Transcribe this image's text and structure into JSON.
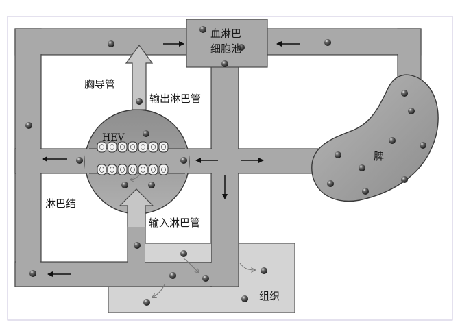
{
  "labels": {
    "blood_lymph_pool_line1": "血淋巴",
    "blood_lymph_pool_line2": "细胞池",
    "thoracic_duct": "胸导管",
    "efferent_lymphatic": "输出淋巴管",
    "hev": "HEV",
    "lymph_node": "淋巴结",
    "afferent_lymphatic": "输入淋巴管",
    "spleen": "脾",
    "tissue": "组织"
  },
  "colors": {
    "channel": "#a9a9a9",
    "channel_stroke": "#4a4a4a",
    "node_fill": "#9b9b9b",
    "spleen_fill": "#a3a3a3",
    "tissue_fill": "#d4d4d4",
    "cell": "#3a3a3a",
    "arrow": "#111111",
    "frame": "#c9c3dd"
  }
}
